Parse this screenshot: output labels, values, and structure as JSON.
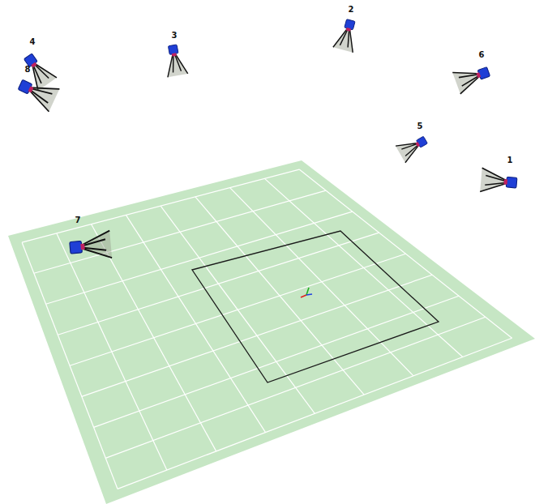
{
  "diagram": {
    "labels": [
      "4",
      "8",
      "3",
      "2",
      "6",
      "5",
      "1",
      "7"
    ]
  }
}
